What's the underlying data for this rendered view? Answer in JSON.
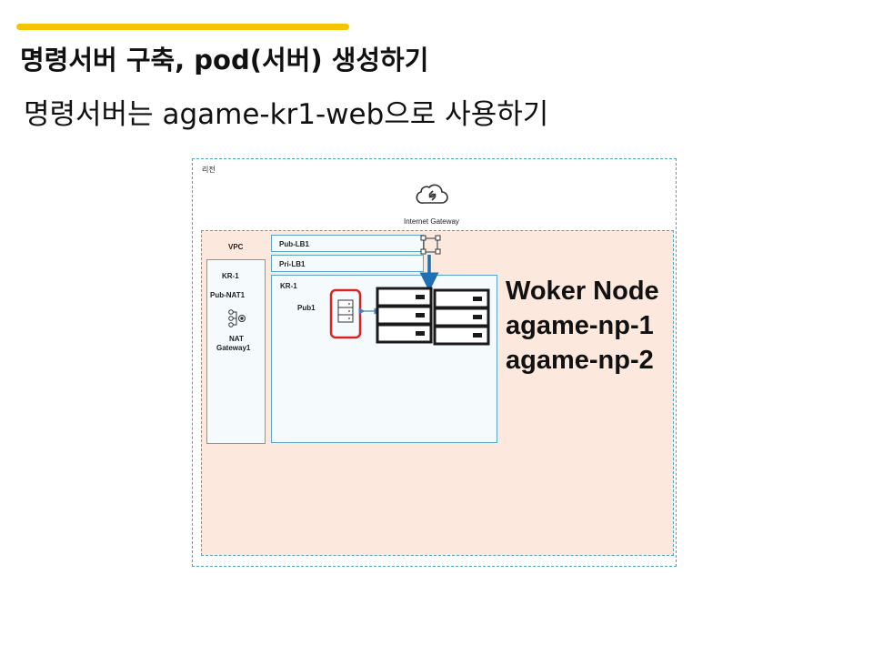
{
  "slide": {
    "title": "명령서버 구축, pod(서버) 생성하기",
    "subtitle": "명령서버는 agame-kr1-web으로 사용하기",
    "accent_color": "#f5c400"
  },
  "diagram": {
    "region_label": "리전",
    "internet_gateway_label": "Internet Gateway",
    "vpc_label": "VPC",
    "left_zone_label": "KR-1",
    "pub_nat_label": "Pub-NAT1",
    "nat_gateway_line1": "NAT",
    "nat_gateway_line2": "Gateway1",
    "pub_lb_label": "Pub-LB1",
    "pri_lb_label": "Pri-LB1",
    "right_zone_label": "KR-1",
    "pub_subnet_label": "Pub1",
    "worker_title": "Woker Node",
    "worker_node_1": "agame-np-1",
    "worker_node_2": "agame-np-2",
    "icons": [
      "cloud-icon",
      "nat-gateway-icon",
      "load-balancer-icon",
      "server-icon",
      "server-rack-icon"
    ],
    "colors": {
      "border": "#4aa3c7",
      "vpc_fill": "#fce8dd",
      "highlight": "#e03030",
      "arrow": "#1f6fb5"
    }
  }
}
